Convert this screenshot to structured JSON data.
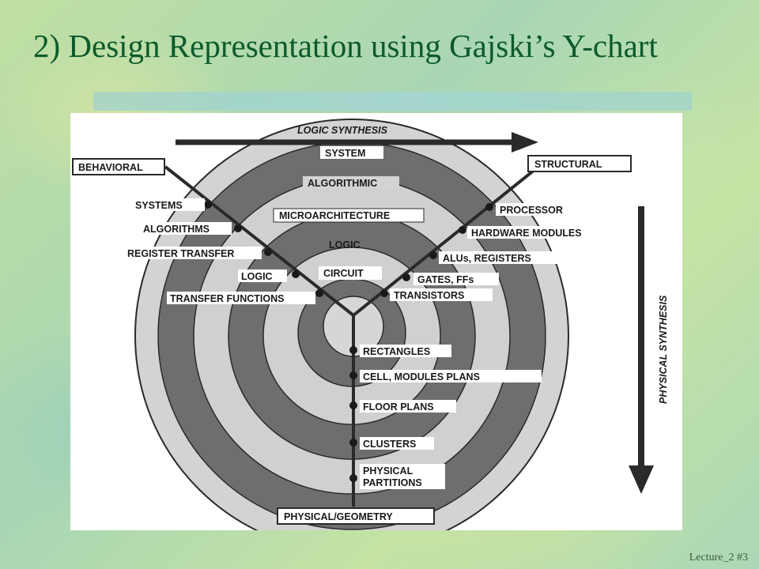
{
  "slide": {
    "title": "2) Design Representation using Gajski’s Y-chart",
    "footer": "Lecture_2   #3"
  },
  "diagram": {
    "arrows": {
      "logic_synthesis": "LOGIC SYNTHESIS",
      "physical_synthesis": "PHYSICAL SYNTHESIS"
    },
    "domains": {
      "behavioral": "BEHAVIORAL",
      "structural": "STRUCTURAL",
      "physical": "PHYSICAL/GEOMETRY"
    },
    "levels": {
      "system": "SYSTEM",
      "algorithmic": "ALGORITHMIC",
      "microarchitecture": "MICROARCHITECTURE",
      "logic": "LOGIC",
      "circuit": "CIRCUIT"
    },
    "behavioral_items": [
      "SYSTEMS",
      "ALGORITHMS",
      "REGISTER TRANSFER",
      "LOGIC",
      "TRANSFER FUNCTIONS"
    ],
    "structural_items": [
      "PROCESSOR",
      "HARDWARE MODULES",
      "ALUs, REGISTERS",
      "GATES, FFs",
      "TRANSISTORS"
    ],
    "physical_items": [
      "RECTANGLES",
      "CELL, MODULES PLANS",
      "FLOOR PLANS",
      "CLUSTERS",
      "PHYSICAL",
      "PARTITIONS"
    ]
  }
}
